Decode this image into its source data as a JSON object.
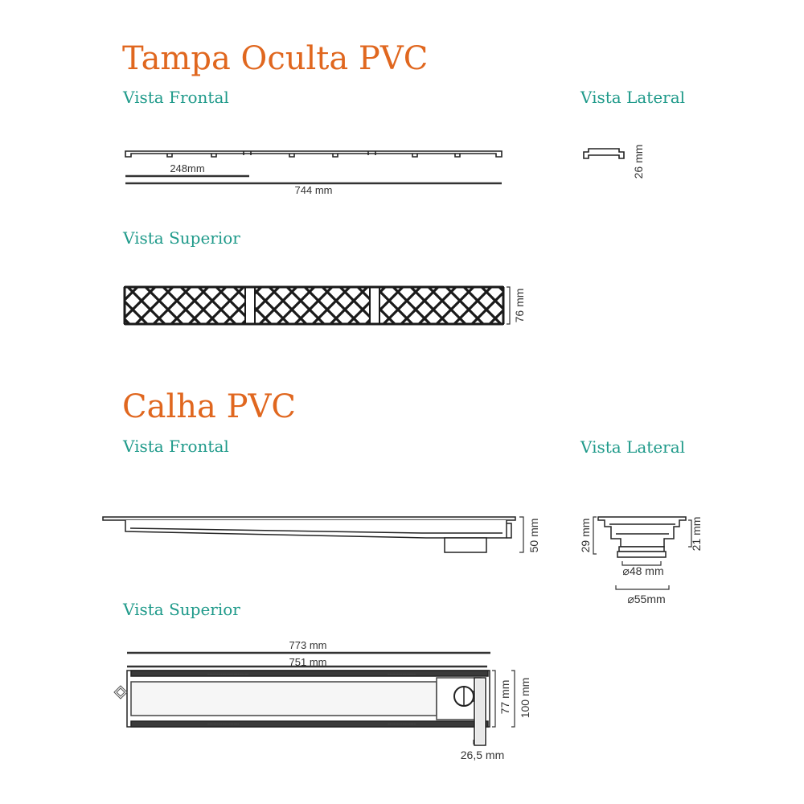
{
  "colors": {
    "title": "#e0671f",
    "subtitle": "#1f9a8a",
    "line": "#222222"
  },
  "tampa": {
    "title": "Tampa Oculta PVC",
    "frontal_label": "Vista Frontal",
    "lateral_label": "Vista Lateral",
    "superior_label": "Vista Superior",
    "dim_section": "248mm",
    "dim_total": "744 mm",
    "dim_height": "26 mm",
    "dim_width": "76 mm"
  },
  "calha": {
    "title": "Calha PVC",
    "frontal_label": "Vista Frontal",
    "lateral_label": "Vista Lateral",
    "superior_label": "Vista Superior",
    "dim_height_frontal": "50 mm",
    "dim_left": "29 mm",
    "dim_right": "21 mm",
    "dim_d48": "⌀48 mm",
    "dim_d55": "⌀55mm",
    "dim_outer": "773 mm",
    "dim_inner": "751 mm",
    "dim_77": "77 mm",
    "dim_100": "100 mm",
    "dim_outlet": "26,5 mm"
  }
}
